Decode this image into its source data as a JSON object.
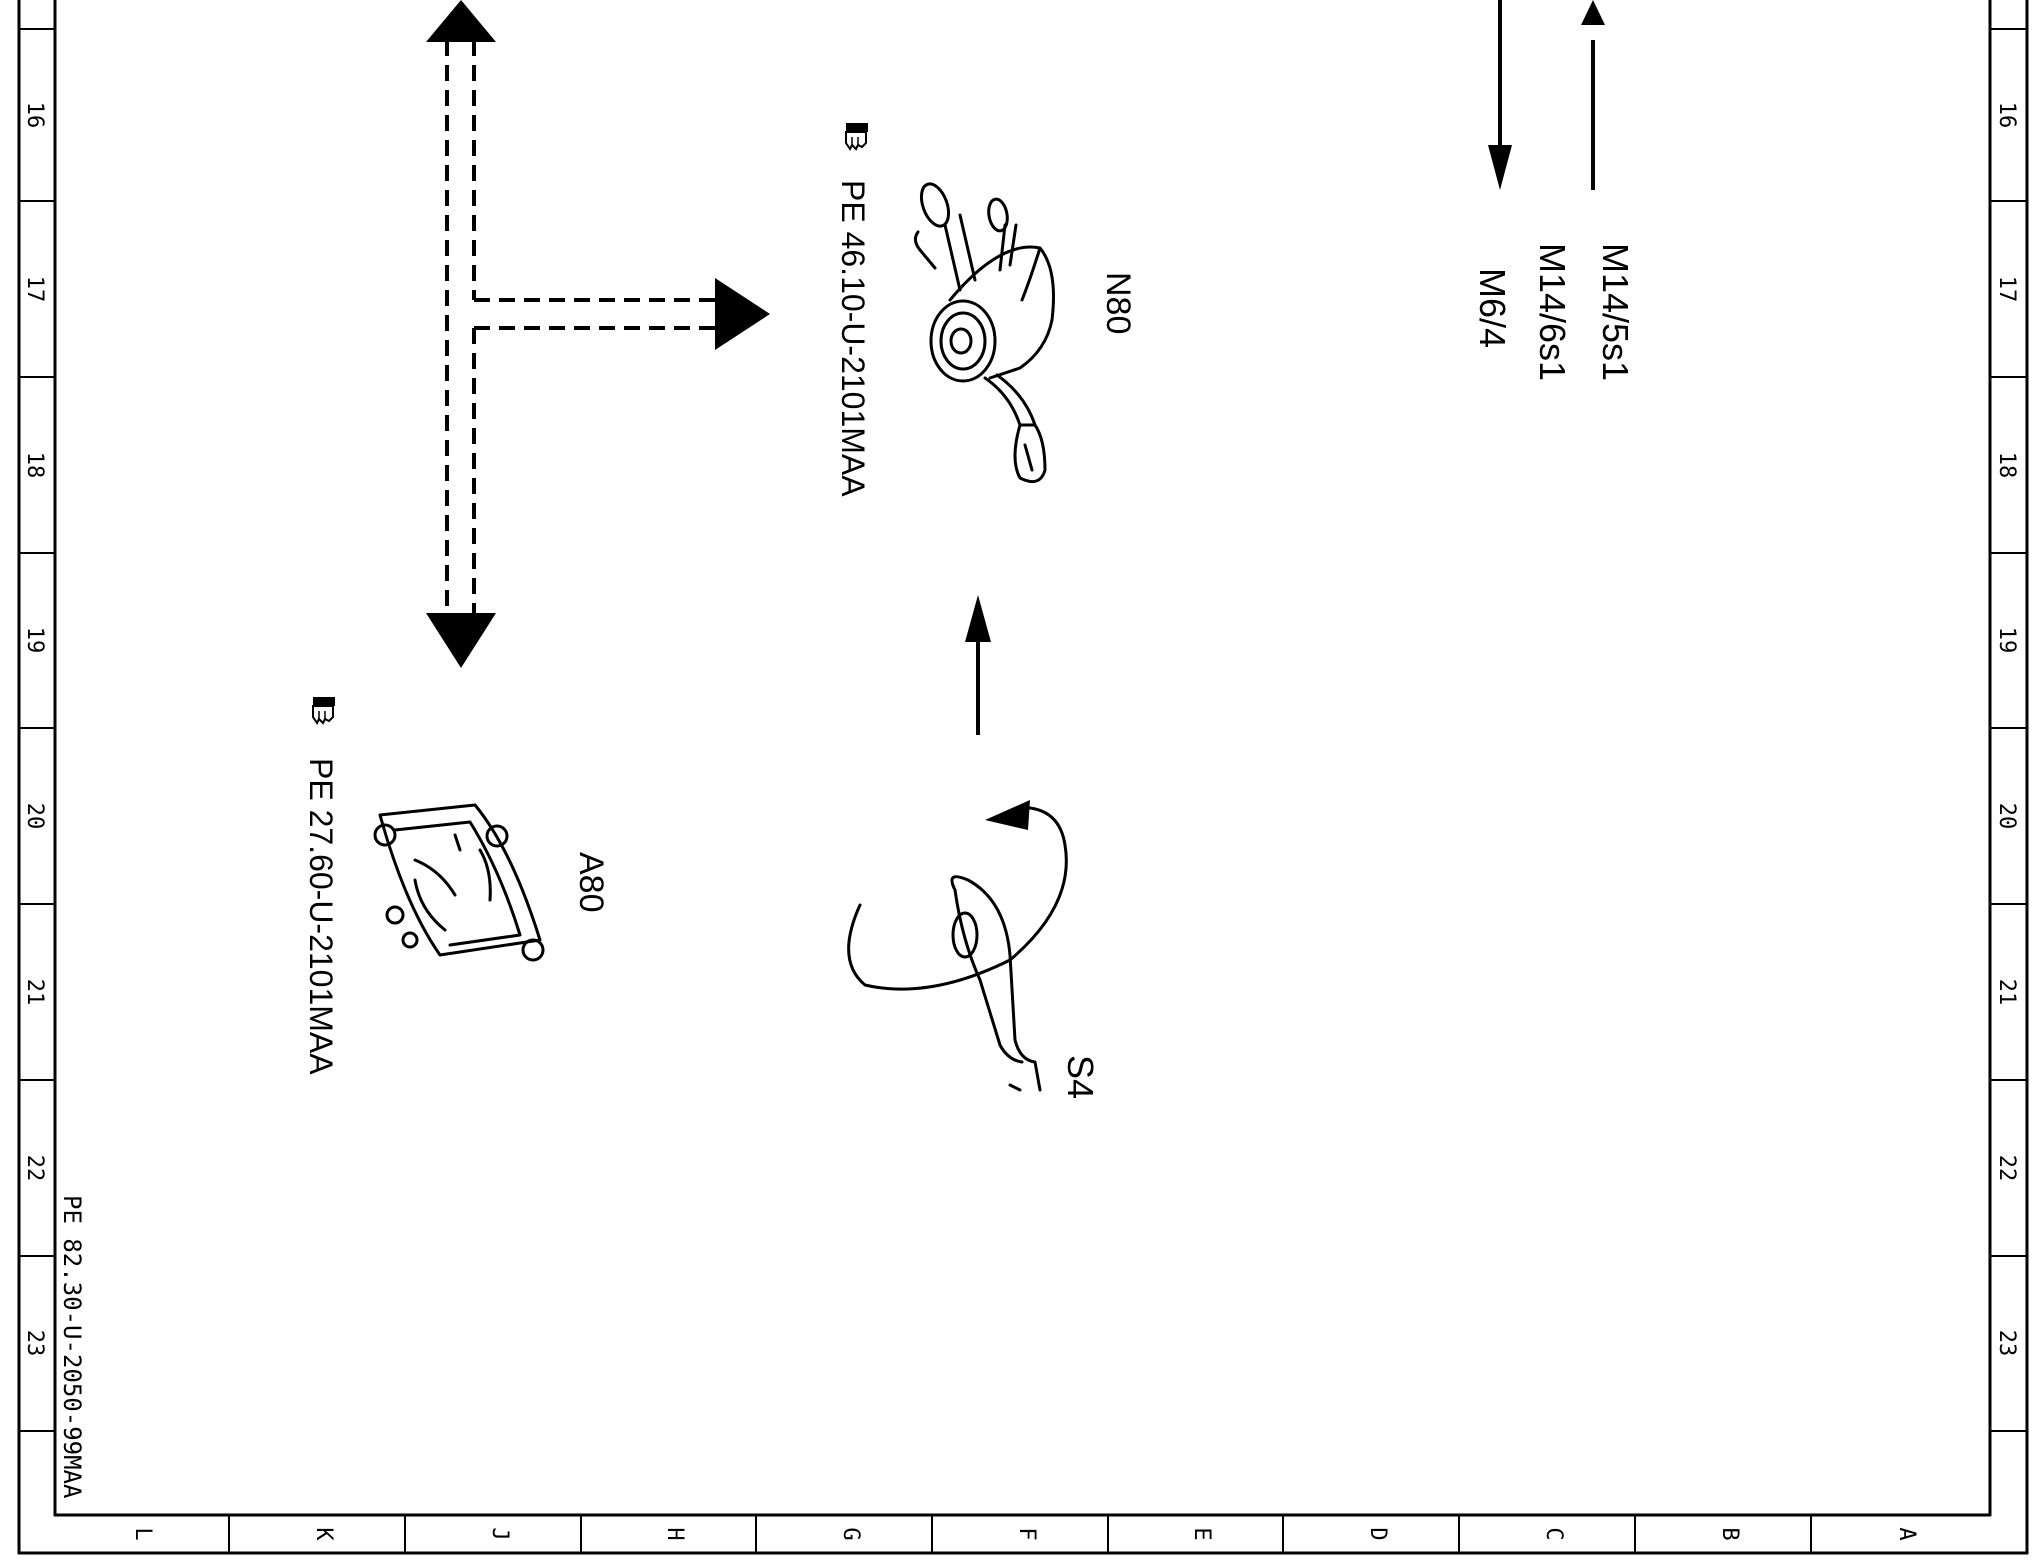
{
  "frame": {
    "row_labels": [
      "16",
      "17",
      "18",
      "19",
      "20",
      "21",
      "22",
      "23"
    ],
    "column_labels": [
      "L",
      "K",
      "J",
      "H",
      "G",
      "F",
      "E",
      "D",
      "C",
      "B",
      "A"
    ]
  },
  "document_code": "PE 82.30-U-2050-99MAA",
  "components": {
    "n80": {
      "label": "N80",
      "reference": "PE 46.10-U-2101MAA"
    },
    "a80": {
      "label": "A80",
      "reference": "PE 27.60-U-2101MAA"
    },
    "s4": {
      "label": "S4"
    }
  },
  "motor_labels": [
    "M14/5s1",
    "M14/6s1",
    "M6/4"
  ]
}
